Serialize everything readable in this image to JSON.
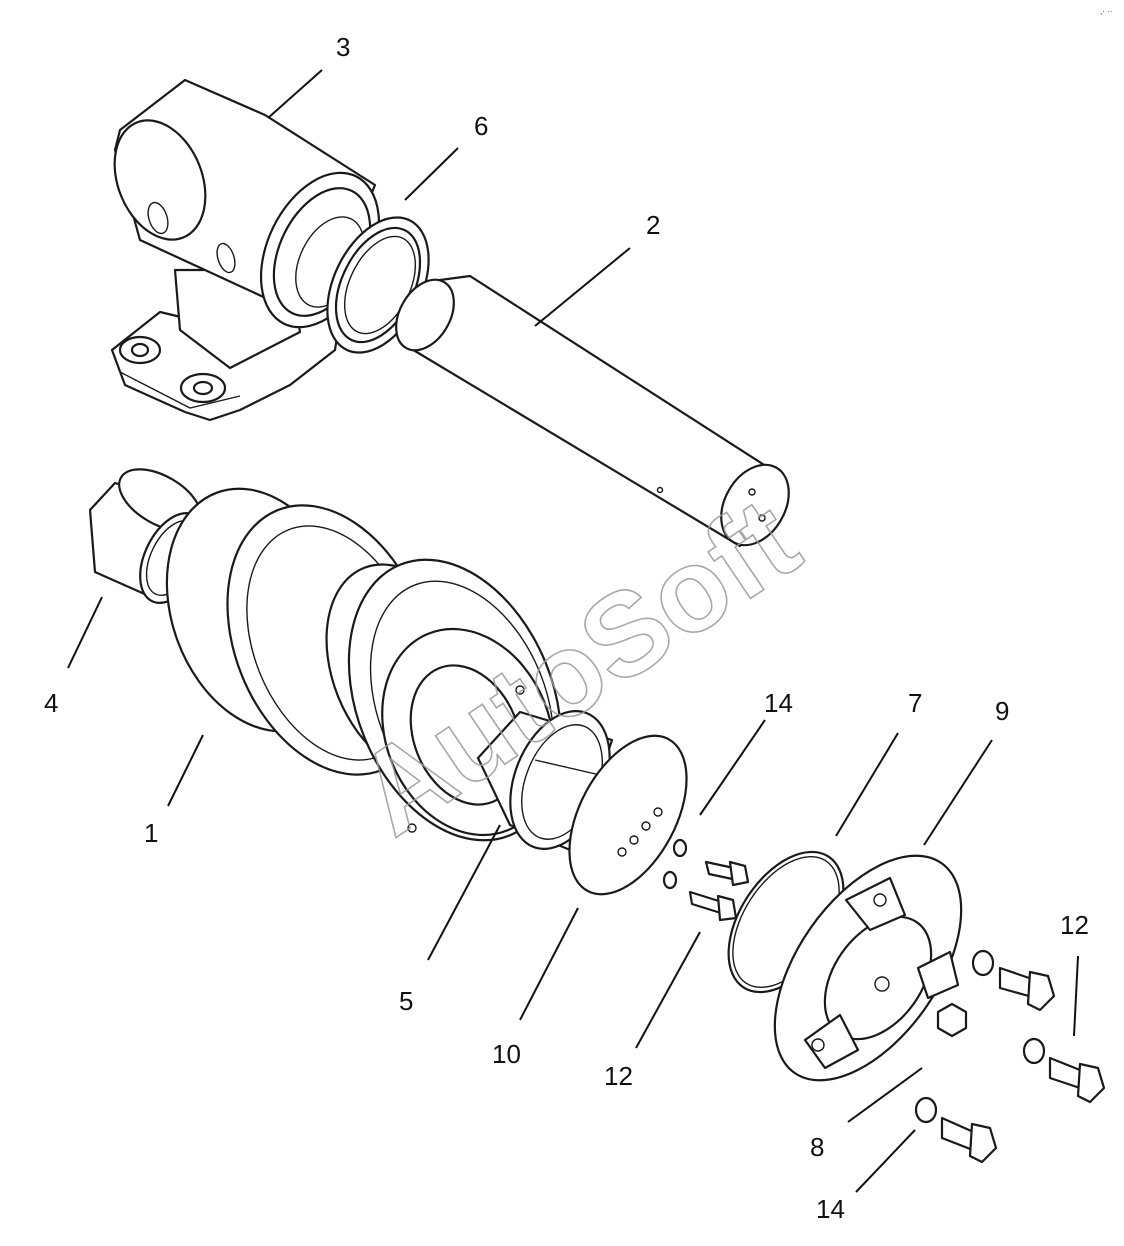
{
  "watermark": "AutoSoft",
  "corner_mark": ",· ··",
  "callouts": [
    {
      "id": "3",
      "text": "3"
    },
    {
      "id": "6",
      "text": "6"
    },
    {
      "id": "2",
      "text": "2"
    },
    {
      "id": "4",
      "text": "4"
    },
    {
      "id": "1",
      "text": "1"
    },
    {
      "id": "14a",
      "text": "14"
    },
    {
      "id": "7",
      "text": "7"
    },
    {
      "id": "9",
      "text": "9"
    },
    {
      "id": "5",
      "text": "5"
    },
    {
      "id": "10",
      "text": "10"
    },
    {
      "id": "12a",
      "text": "12"
    },
    {
      "id": "12b",
      "text": "12"
    },
    {
      "id": "8",
      "text": "8"
    },
    {
      "id": "14b",
      "text": "14"
    }
  ]
}
